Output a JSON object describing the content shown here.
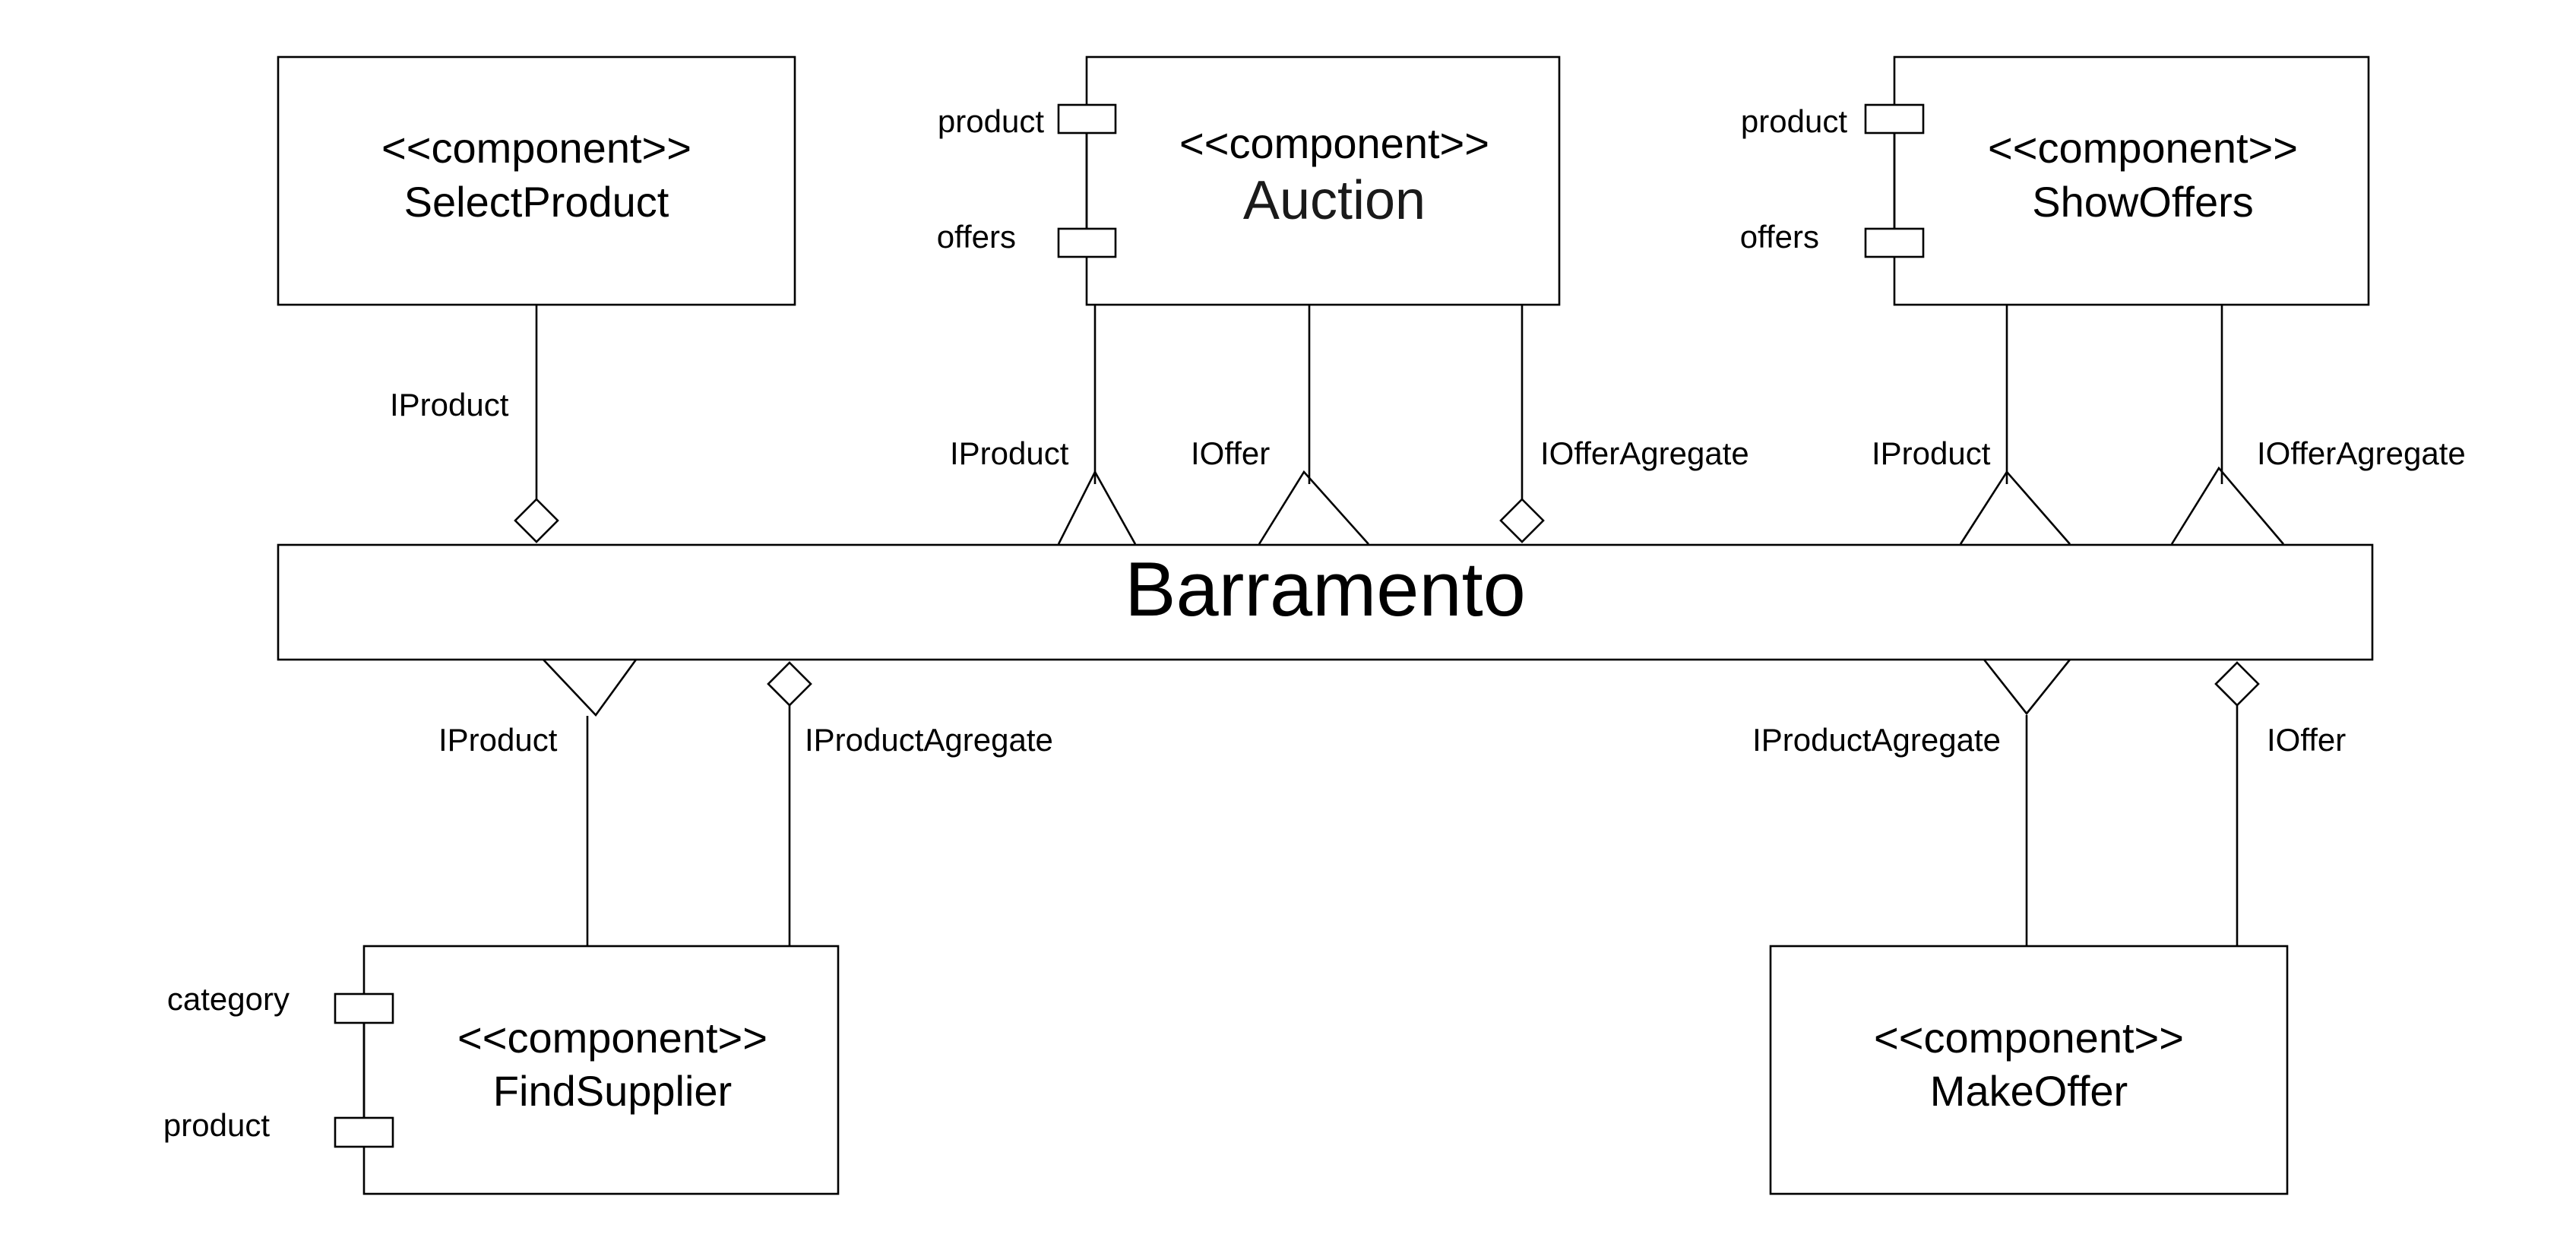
{
  "bus": {
    "title": "Barramento"
  },
  "components": {
    "select_product": {
      "stereotype": "<<component>>",
      "name": "SelectProduct"
    },
    "auction": {
      "stereotype": "<<component>>",
      "name": "Auction",
      "ports": [
        "product",
        "offers"
      ]
    },
    "show_offers": {
      "stereotype": "<<component>>",
      "name": "ShowOffers",
      "ports": [
        "product",
        "offers"
      ]
    },
    "find_supplier": {
      "stereotype": "<<component>>",
      "name": "FindSupplier",
      "ports": [
        "category",
        "product"
      ]
    },
    "make_offer": {
      "stereotype": "<<component>>",
      "name": "MakeOffer"
    }
  },
  "connections": {
    "select_product_iproduct": "IProduct",
    "auction_iproduct": "IProduct",
    "auction_ioffer": "IOffer",
    "auction_iofferagregate": "IOfferAgregate",
    "show_offers_iproduct": "IProduct",
    "show_offers_iofferagregate": "IOfferAgregate",
    "find_supplier_iproduct": "IProduct",
    "find_supplier_iproductagregate": "IProductAgregate",
    "make_offer_iproductagregate": "IProductAgregate",
    "make_offer_ioffer": "IOffer"
  }
}
